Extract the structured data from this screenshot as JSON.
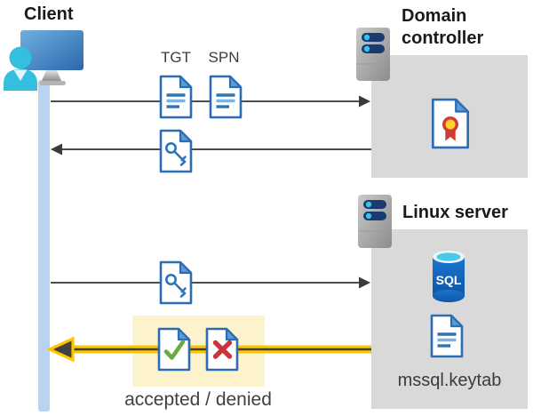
{
  "client": {
    "label": "Client"
  },
  "domain_controller": {
    "label": "Domain controller"
  },
  "linux_server": {
    "label": "Linux server",
    "sql_label": "SQL",
    "keytab_label": "mssql.keytab"
  },
  "tickets": {
    "tgt_label": "TGT",
    "spn_label": "SPN"
  },
  "result": {
    "label": "accepted / denied"
  },
  "icons": {
    "client": "user-at-monitor-icon",
    "servers": "server-icon",
    "documents": "document-icon",
    "service_ticket": "key-document-icon",
    "certificate": "certificate-document-icon",
    "database": "sql-database-icon",
    "accepted": "check-document-icon",
    "denied": "x-document-icon"
  },
  "colors": {
    "accent_blue": "#2e75b6",
    "doc_fold_blue": "#5b9bd5",
    "panel_gray": "#d9d9d9",
    "timeline_blue": "#b9d4f0",
    "highlight_cream": "#fcf2cc",
    "arrow_yellow": "#fdc500",
    "arrow_dark": "#4d4d4d",
    "success_green": "#6aaa43",
    "error_red": "#c9353d",
    "person_cyan": "#35bfdf",
    "sql_blue": "#1566c2"
  }
}
